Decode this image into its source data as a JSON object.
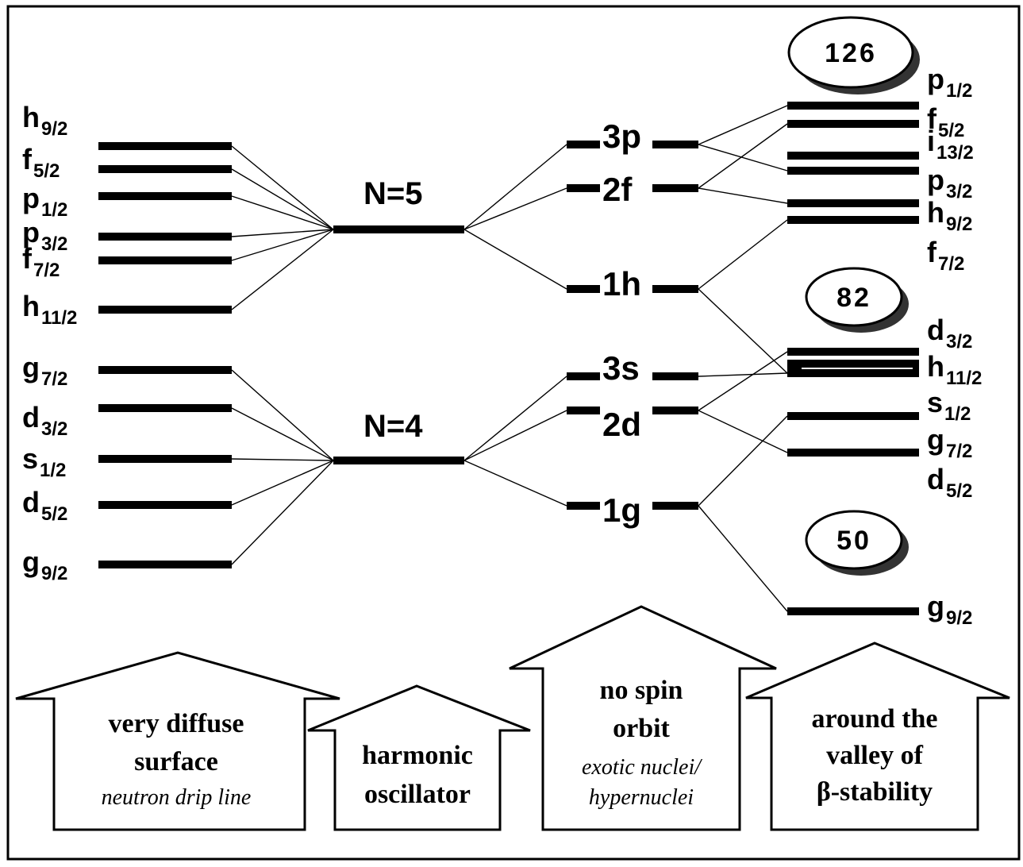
{
  "left_levels": [
    {
      "letter": "h",
      "sub": "9/2"
    },
    {
      "letter": "f",
      "sub": "5/2"
    },
    {
      "letter": "p",
      "sub": "1/2"
    },
    {
      "letter": "p",
      "sub": "3/2"
    },
    {
      "letter": "f",
      "sub": "7/2"
    },
    {
      "letter": "h",
      "sub": "11/2"
    },
    {
      "letter": "g",
      "sub": "7/2"
    },
    {
      "letter": "d",
      "sub": "3/2"
    },
    {
      "letter": "s",
      "sub": "1/2"
    },
    {
      "letter": "d",
      "sub": "5/2"
    },
    {
      "letter": "g",
      "sub": "9/2"
    }
  ],
  "shells": [
    {
      "label": "N=5"
    },
    {
      "label": "N=4"
    }
  ],
  "orbitals": [
    {
      "label": "3p"
    },
    {
      "label": "2f"
    },
    {
      "label": "1h"
    },
    {
      "label": "3s"
    },
    {
      "label": "2d"
    },
    {
      "label": "1g"
    }
  ],
  "right_levels": [
    {
      "letter": "p",
      "sub": "1/2"
    },
    {
      "letter": "f",
      "sub": "5/2"
    },
    {
      "letter": "i",
      "sub": "13/2"
    },
    {
      "letter": "p",
      "sub": "3/2"
    },
    {
      "letter": "h",
      "sub": "9/2"
    },
    {
      "letter": "f",
      "sub": "7/2"
    },
    {
      "letter": "d",
      "sub": "3/2"
    },
    {
      "letter": "h",
      "sub": "11/2"
    },
    {
      "letter": "s",
      "sub": "1/2"
    },
    {
      "letter": "g",
      "sub": "7/2"
    },
    {
      "letter": "d",
      "sub": "5/2"
    },
    {
      "letter": "g",
      "sub": "9/2"
    }
  ],
  "magic_numbers": [
    "126",
    "82",
    "50"
  ],
  "arrows": [
    {
      "lines": [
        "very diffuse",
        "surface"
      ],
      "italic": [
        "neutron drip line"
      ]
    },
    {
      "lines": [
        "harmonic",
        "oscillator"
      ],
      "italic": []
    },
    {
      "lines": [
        "no spin",
        "orbit"
      ],
      "italic": [
        "exotic nuclei/",
        "hypernuclei"
      ]
    },
    {
      "lines": [
        "around the",
        "valley of",
        "β-stability"
      ],
      "italic": []
    }
  ]
}
